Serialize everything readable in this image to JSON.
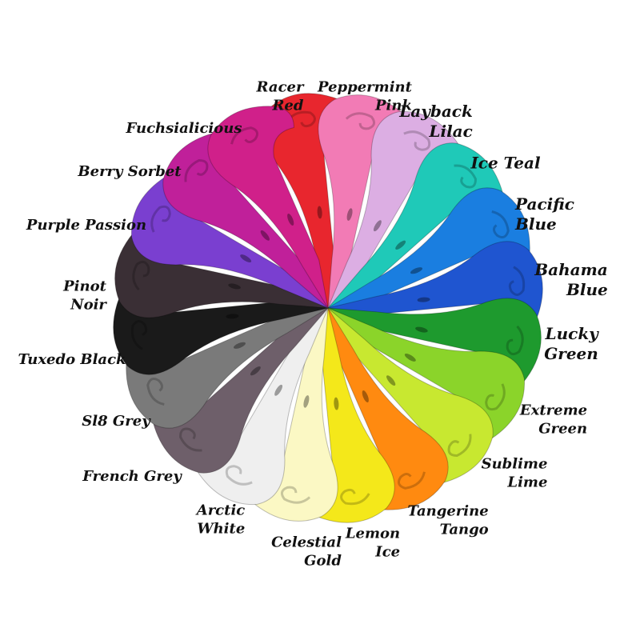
{
  "colors": [
    {
      "name": "Racer Red",
      "color": "#e8262e",
      "angle": -12
    },
    {
      "name": "Peppermint Pink",
      "color": "#f27bb5",
      "angle": 6
    },
    {
      "name": "Layback Lilac",
      "color": "#dcaee3",
      "angle": 24
    },
    {
      "name": "Ice Teal",
      "color": "#1fc9b8",
      "angle": 42
    },
    {
      "name": "Pacific Blue",
      "color": "#1a7ee0",
      "angle": 60
    },
    {
      "name": "Bahama Blue",
      "color": "#1f55d0",
      "angle": 78
    },
    {
      "name": "Lucky Green",
      "color": "#1e9a2e",
      "angle": 96
    },
    {
      "name": "Extreme Green",
      "color": "#8bd42a",
      "angle": 114
    },
    {
      "name": "Sublime Lime",
      "color": "#c8e830",
      "angle": 132
    },
    {
      "name": "Tangerine Tango",
      "color": "#ff8a10",
      "angle": 150
    },
    {
      "name": "Lemon Ice",
      "color": "#f4e81a",
      "angle": 168
    },
    {
      "name": "Celestial Gold",
      "color": "#fbf8c4",
      "angle": 186
    },
    {
      "name": "Arctic White",
      "color": "#efefef",
      "angle": 204
    },
    {
      "name": "French Grey",
      "color": "#6e5f6a",
      "angle": 222
    },
    {
      "name": "Sl8 Grey",
      "color": "#7a7a7a",
      "angle": 240
    },
    {
      "name": "Tuxedo Black",
      "color": "#1a1a1a",
      "angle": 258
    },
    {
      "name": "Pinot Noir",
      "color": "#3a2f35",
      "angle": 276
    },
    {
      "name": "Purple Passion",
      "color": "#7a3fd0",
      "angle": 294
    },
    {
      "name": "Berry Sorbet",
      "color": "#c0209a",
      "angle": 312
    },
    {
      "name": "Fuchsialicious",
      "color": "#d0208a",
      "angle": 330
    }
  ],
  "labels": {
    "racer_red": "Racer\nRed",
    "peppermint_pink": "Peppermint\nPink",
    "layback_lilac": "Layback\nLilac",
    "ice_teal": "Ice Teal",
    "pacific_blue": "Pacific Blue",
    "bahama_blue": "Bahama\nBlue",
    "lucky_green": "Lucky\nGreen",
    "extreme_green": "Extreme\nGreen",
    "sublime_lime": "Sublime\nLime",
    "tangerine_tango": "Tangerine\nTango",
    "lemon_ice": "Lemon\nIce",
    "celestial_gold": "Celestial\nGold",
    "arctic_white": "Arctic\nWhite",
    "french_grey": "French Grey",
    "sl8_grey": "Sl8 Grey",
    "tuxedo_black": "Tuxedo Black",
    "pinot_noir": "Pinot\nNoir",
    "purple_passion": "Purple Passion",
    "berry_sorbet": "Berry Sorbet",
    "fuchsialicious": "Fuchsialicious"
  }
}
